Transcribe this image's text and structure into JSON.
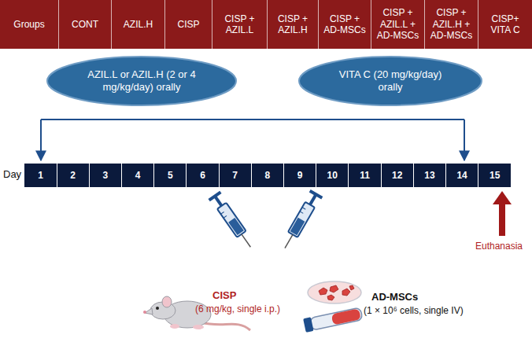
{
  "diagram": {
    "nodes": [
      {
        "text": [
          "Groups"
        ]
      },
      {
        "text": [
          "CONT"
        ]
      },
      {
        "text": [
          "AZIL.H"
        ]
      },
      {
        "text": [
          "CISP"
        ]
      },
      {
        "text": [
          "CISP + AZIL.L"
        ]
      },
      {
        "text": [
          "CISP + AZIL.H"
        ]
      },
      {
        "text": [
          "CISP + AD-MSCs"
        ]
      },
      {
        "text": [
          "CISP + AZIL.L + AD-MSCs"
        ]
      },
      {
        "text": [
          "CISP + AZIL.H + AD-MSCs"
        ]
      },
      {
        "text": [
          "CISP+ VITA C"
        ]
      },
      {
        "text": [
          "AZIL.L or AZIL.H (2 or 4 mg/kg/day) orally"
        ]
      },
      {
        "text": [
          "VITA C (20 mg/kg/day) orally"
        ]
      },
      {
        "text": [
          "1"
        ]
      },
      {
        "text": [
          "2"
        ]
      },
      {
        "text": [
          "3"
        ]
      },
      {
        "text": [
          "4"
        ]
      },
      {
        "text": [
          "5"
        ]
      },
      {
        "text": [
          "6"
        ]
      },
      {
        "text": [
          "7"
        ]
      },
      {
        "text": [
          "8"
        ]
      },
      {
        "text": [
          "9"
        ]
      },
      {
        "text": [
          "10"
        ]
      },
      {
        "text": [
          "11"
        ]
      },
      {
        "text": [
          "12"
        ]
      },
      {
        "text": [
          "13"
        ]
      },
      {
        "text": [
          "14"
        ]
      },
      {
        "text": [
          "15"
        ]
      }
    ],
    "labels": [
      "Day",
      "CISP",
      "(6 mg/kg, single i.p.)",
      "AD-MSCs",
      "(1 × 10⁶ cells, single IV)",
      "Euthanasia"
    ]
  }
}
